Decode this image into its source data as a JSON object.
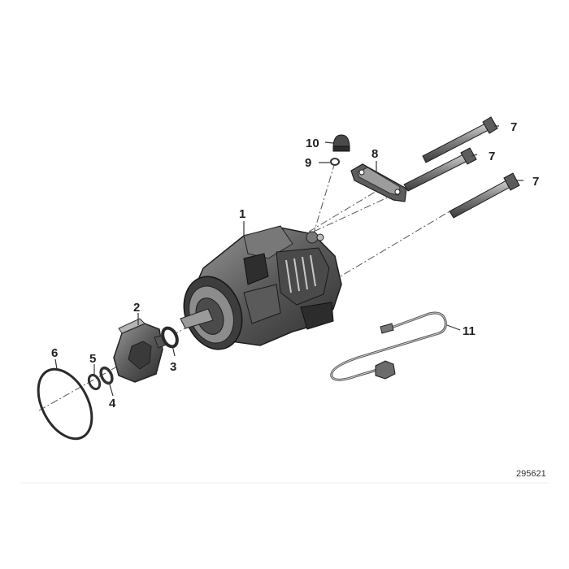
{
  "figure_number": "295621",
  "callouts": {
    "c1": "1",
    "c2": "2",
    "c3": "3",
    "c4": "4",
    "c5": "5",
    "c6": "6",
    "c7a": "7",
    "c7b": "7",
    "c7c": "7",
    "c8": "8",
    "c9": "9",
    "c10": "10",
    "c11": "11"
  },
  "colors": {
    "part_dark": "#3c3c3c",
    "part_mid": "#6a6a6a",
    "part_light": "#a9a9a9",
    "line": "#555555"
  }
}
